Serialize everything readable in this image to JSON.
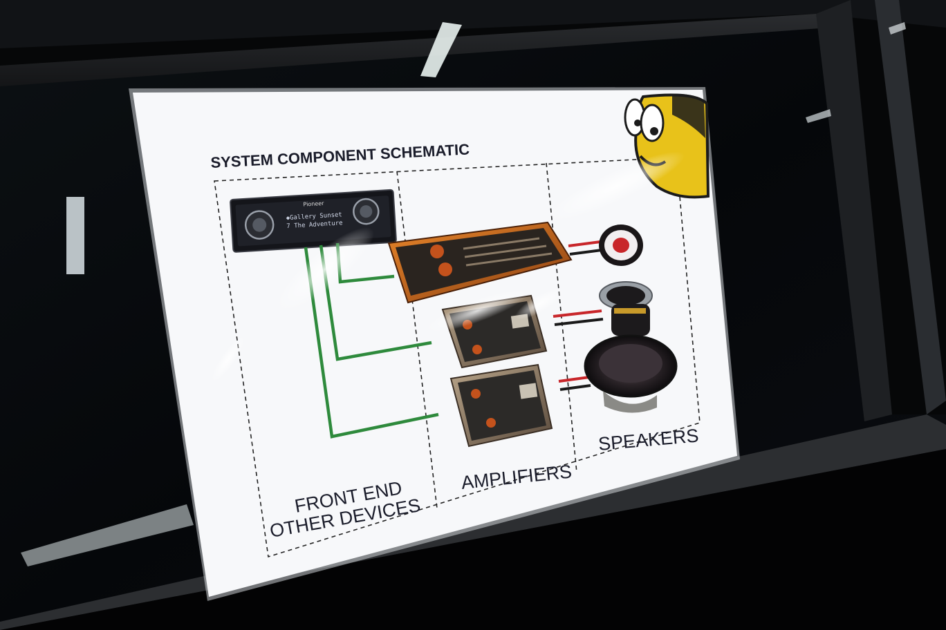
{
  "sign": {
    "title": "SYSTEM COMPONENT SCHEMATIC",
    "columns": [
      {
        "label_line1": "FRONT END",
        "label_line2": "OTHER DEVICES"
      },
      {
        "label": "AMPLIFIERS"
      },
      {
        "label": "SPEAKERS"
      }
    ],
    "head_unit": {
      "brand": "Pioneer",
      "display_line1": "◆Gallery Sunset",
      "display_line2": "7 The Adventure"
    }
  },
  "colors": {
    "signal_wire": "#2e8a3c",
    "speaker_wire_positive": "#c8262a",
    "speaker_wire_negative": "#1a1a1a",
    "mascot_yellow": "#e8c21a",
    "car_body": "#0a0b0d"
  },
  "icons": [
    "head-unit-image",
    "amplifier-image",
    "speaker-image",
    "bee-mascot-logo"
  ]
}
